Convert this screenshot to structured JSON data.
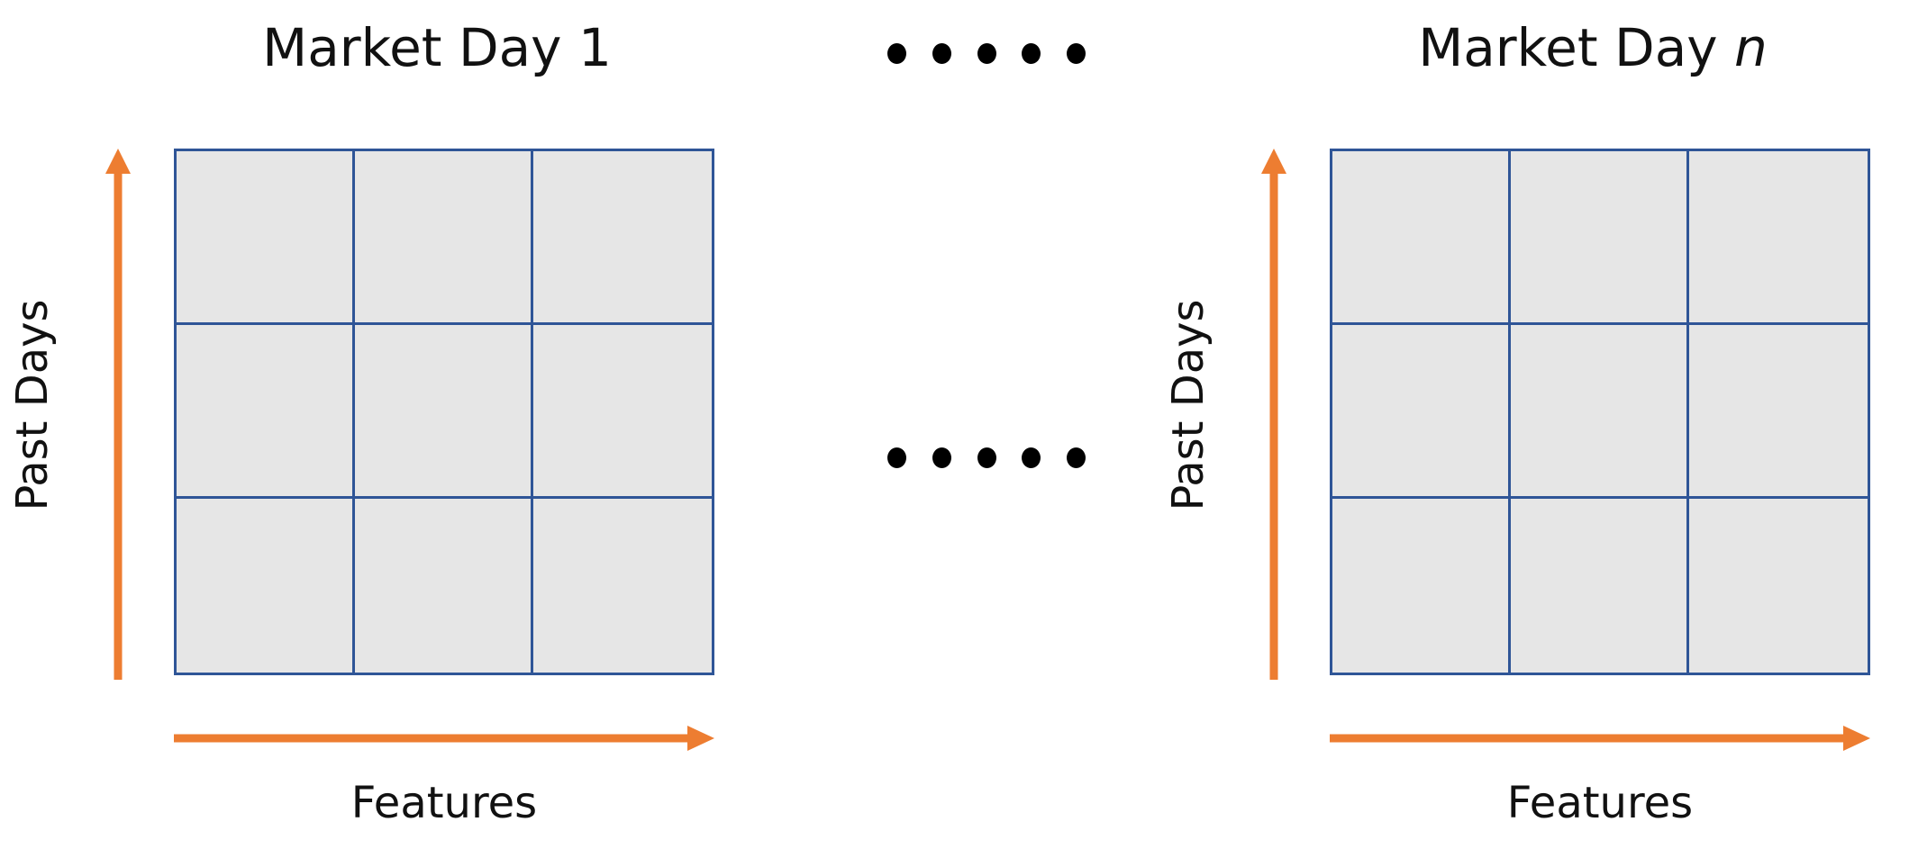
{
  "panels": [
    {
      "title": "Market Day 1",
      "title_prefix": "Market Day ",
      "title_suffix": "1",
      "title_suffix_italic": false,
      "y_label": "Past Days",
      "x_label": "Features",
      "rows": 3,
      "cols": 3
    },
    {
      "title": "Market Day n",
      "title_prefix": "Market Day ",
      "title_suffix": "n",
      "title_suffix_italic": true,
      "y_label": "Past Days",
      "x_label": "Features",
      "rows": 3,
      "cols": 3
    }
  ],
  "ellipsis_dots": 5,
  "colors": {
    "grid_border": "#2f5597",
    "grid_fill": "#e6e6e6",
    "arrow": "#ed7d31",
    "dots": "#000000"
  }
}
